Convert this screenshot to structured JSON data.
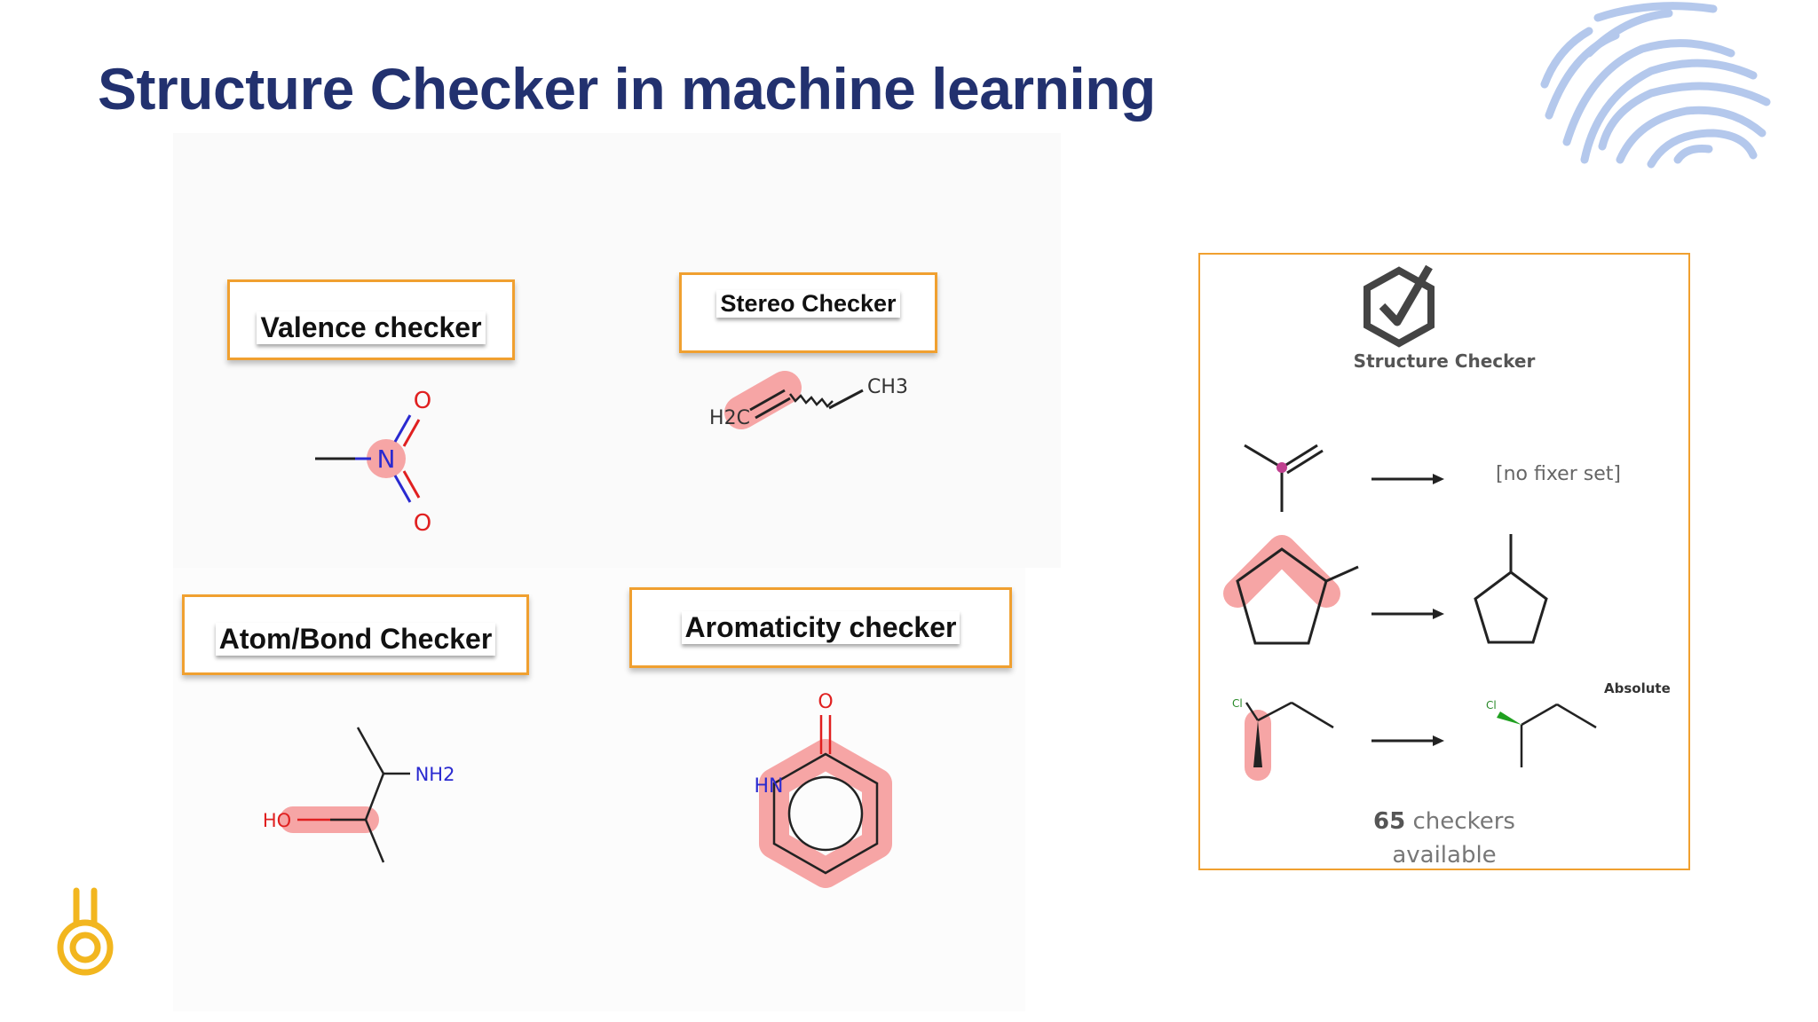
{
  "slide": {
    "title": "Structure Checker in machine learning"
  },
  "checkers": {
    "valence": "Valence checker",
    "stereo": "Stereo Checker",
    "atom_bond": "Atom/Bond Checker",
    "aromaticity": "Aromaticity checker"
  },
  "molecules": {
    "valence": {
      "center": "N",
      "top": "O",
      "bottom": "O"
    },
    "stereo": {
      "left": "H2C",
      "right": "CH3"
    },
    "atom_bond": {
      "amine": "NH2",
      "hydroxyl": "HO"
    },
    "aromatic": {
      "oxygen": "O",
      "nitrogen": "HN"
    }
  },
  "panel": {
    "title": "Structure Checker",
    "no_fixer": "[no fixer set]",
    "absolute": "Absolute",
    "chlorine": "Cl",
    "count": "65",
    "count_suffix": "checkers",
    "count_line2": "available"
  },
  "colors": {
    "title": "#22316f",
    "box_border": "#f0a030",
    "highlight": "#f6a5a5",
    "atom_red": "#e02020",
    "atom_blue": "#2a2ad0",
    "deco_blue": "#9bb6e6",
    "logo_yellow": "#f2b61f"
  }
}
